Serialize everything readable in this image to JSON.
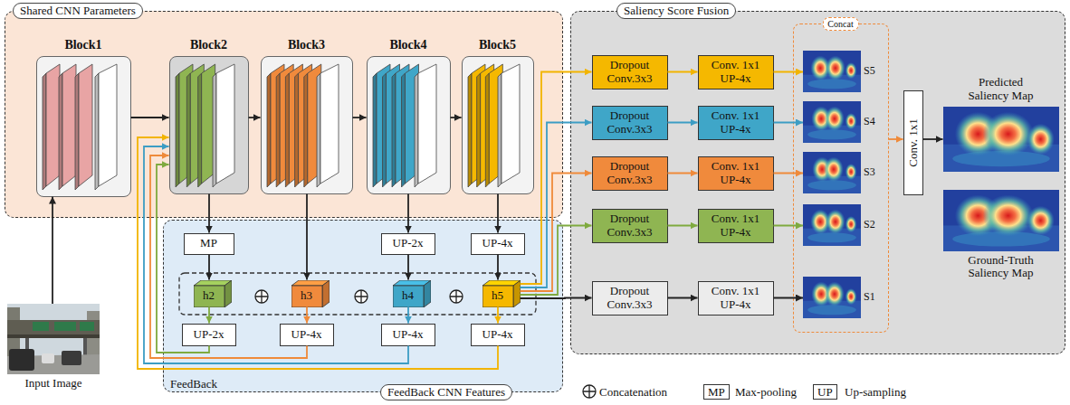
{
  "diagram": {
    "nodes": [
      {
        "text": [
          "Shared CNN Parameters"
        ]
      },
      {
        "text": [
          "Block1"
        ],
        "in": 0
      },
      {
        "text": [
          "Block2"
        ],
        "in": 0
      },
      {
        "text": [
          "Block3"
        ],
        "in": 0
      },
      {
        "text": [
          "Block4"
        ],
        "in": 0
      },
      {
        "text": [
          "Block5"
        ],
        "in": 0
      },
      {
        "text": [
          "Input Image"
        ]
      },
      {
        "text": [
          "FeedBack CNN Features"
        ]
      },
      {
        "text": [
          "MP"
        ],
        "in": 7
      },
      {
        "text": [
          "UP-2x"
        ],
        "in": 7
      },
      {
        "text": [
          "UP-4x"
        ],
        "in": 7
      },
      {
        "text": [
          "h2"
        ],
        "in": 7
      },
      {
        "text": [
          "h3"
        ],
        "in": 7
      },
      {
        "text": [
          "h4"
        ],
        "in": 7
      },
      {
        "text": [
          "h5"
        ],
        "in": 7
      },
      {
        "text": [
          "UP-2x"
        ],
        "in": 7
      },
      {
        "text": [
          "UP-4x"
        ],
        "in": 7
      },
      {
        "text": [
          "UP-4x"
        ],
        "in": 7
      },
      {
        "text": [
          "UP-4x"
        ],
        "in": 7
      },
      {
        "text": [
          "Saliency Score Fusion"
        ]
      },
      {
        "text": [
          "Dropout Conv.3x3"
        ],
        "in": 19
      },
      {
        "text": [
          "Dropout Conv.3x3"
        ],
        "in": 19
      },
      {
        "text": [
          "Dropout Conv.3x3"
        ],
        "in": 19
      },
      {
        "text": [
          "Dropout Conv.3x3"
        ],
        "in": 19
      },
      {
        "text": [
          "Dropout Conv.3x3"
        ],
        "in": 19
      },
      {
        "text": [
          "Conv. 1x1 UP-4x"
        ],
        "in": 19
      },
      {
        "text": [
          "Conv. 1x1 UP-4x"
        ],
        "in": 19
      },
      {
        "text": [
          "Conv. 1x1 UP-4x"
        ],
        "in": 19
      },
      {
        "text": [
          "Conv. 1x1 UP-4x"
        ],
        "in": 19
      },
      {
        "text": [
          "Conv. 1x1 UP-4x"
        ],
        "in": 19
      },
      {
        "text": [
          "Concat"
        ],
        "in": 19
      },
      {
        "text": [
          "S5"
        ],
        "in": 30
      },
      {
        "text": [
          "S4"
        ],
        "in": 30
      },
      {
        "text": [
          "S3"
        ],
        "in": 30
      },
      {
        "text": [
          "S2"
        ],
        "in": 30
      },
      {
        "text": [
          "S1"
        ],
        "in": 30
      },
      {
        "text": [
          "Conv. 1x1"
        ],
        "in": 19
      },
      {
        "text": [
          "Predicted Saliency Map"
        ],
        "in": 19
      },
      {
        "text": [
          "Ground-Truth Saliency Map"
        ],
        "in": 19
      }
    ],
    "edges": [
      {
        "from": 6,
        "to": 1,
        "arrow": "to"
      },
      {
        "from": 1,
        "to": 2,
        "arrow": "to"
      },
      {
        "from": 2,
        "to": 3,
        "arrow": "to"
      },
      {
        "from": 3,
        "to": 4,
        "arrow": "to"
      },
      {
        "from": 4,
        "to": 5,
        "arrow": "to"
      },
      {
        "from": 2,
        "to": 8,
        "arrow": "to"
      },
      {
        "from": 8,
        "to": 11,
        "arrow": "to"
      },
      {
        "from": 3,
        "to": 12,
        "arrow": "to"
      },
      {
        "from": 4,
        "to": 9,
        "arrow": "to"
      },
      {
        "from": 9,
        "to": 13,
        "arrow": "to"
      },
      {
        "from": 5,
        "to": 10,
        "arrow": "to"
      },
      {
        "from": 10,
        "to": 14,
        "arrow": "to"
      },
      {
        "from": 11,
        "to": 15,
        "arrow": "to"
      },
      {
        "from": 12,
        "to": 16,
        "arrow": "to"
      },
      {
        "from": 13,
        "to": 17,
        "arrow": "to"
      },
      {
        "from": 14,
        "to": 18,
        "arrow": "to"
      },
      {
        "from": 15,
        "to": 2,
        "arrow": "to"
      },
      {
        "from": 16,
        "to": 2,
        "arrow": "to"
      },
      {
        "from": 17,
        "to": 2,
        "arrow": "to"
      },
      {
        "from": 18,
        "to": 2,
        "arrow": "to"
      },
      {
        "from": 14,
        "to": 20,
        "arrow": "to"
      },
      {
        "from": 14,
        "to": 21,
        "arrow": "to"
      },
      {
        "from": 14,
        "to": 22,
        "arrow": "to"
      },
      {
        "from": 14,
        "to": 23,
        "arrow": "to"
      },
      {
        "from": 14,
        "to": 24,
        "arrow": "to"
      },
      {
        "from": 20,
        "to": 25,
        "arrow": "to"
      },
      {
        "from": 21,
        "to": 26,
        "arrow": "to"
      },
      {
        "from": 22,
        "to": 27,
        "arrow": "to"
      },
      {
        "from": 23,
        "to": 28,
        "arrow": "to"
      },
      {
        "from": 24,
        "to": 29,
        "arrow": "to"
      },
      {
        "from": 25,
        "to": 31,
        "arrow": "to"
      },
      {
        "from": 26,
        "to": 32,
        "arrow": "to"
      },
      {
        "from": 27,
        "to": 33,
        "arrow": "to"
      },
      {
        "from": 28,
        "to": 34,
        "arrow": "to"
      },
      {
        "from": 29,
        "to": 35,
        "arrow": "to"
      },
      {
        "from": 30,
        "to": 36,
        "arrow": "to"
      },
      {
        "from": 36,
        "to": 37,
        "arrow": "to"
      }
    ],
    "labels": [
      "FeedBack",
      "MP",
      "UP"
    ],
    "legend": [
      {
        "text": "Concatenation"
      },
      {
        "text": "Max-pooling"
      },
      {
        "text": "Up-sampling"
      }
    ]
  }
}
